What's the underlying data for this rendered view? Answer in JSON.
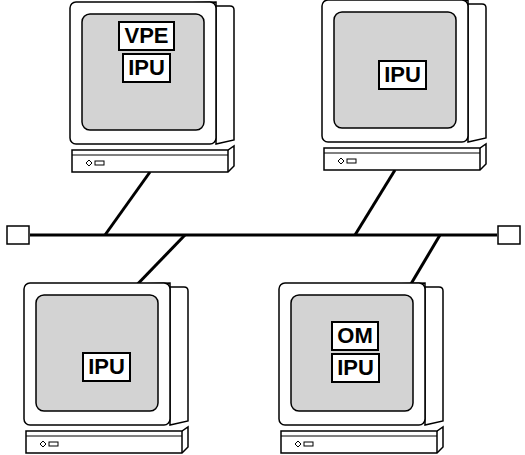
{
  "diagram": {
    "nodes": [
      {
        "text": [
          "VPE"
        ]
      },
      {
        "text": [
          "IPU"
        ]
      },
      {
        "text": [
          "IPU"
        ]
      },
      {
        "text": [
          "IPU"
        ]
      },
      {
        "text": [
          "OM"
        ]
      },
      {
        "text": [
          "IPU"
        ]
      }
    ]
  }
}
